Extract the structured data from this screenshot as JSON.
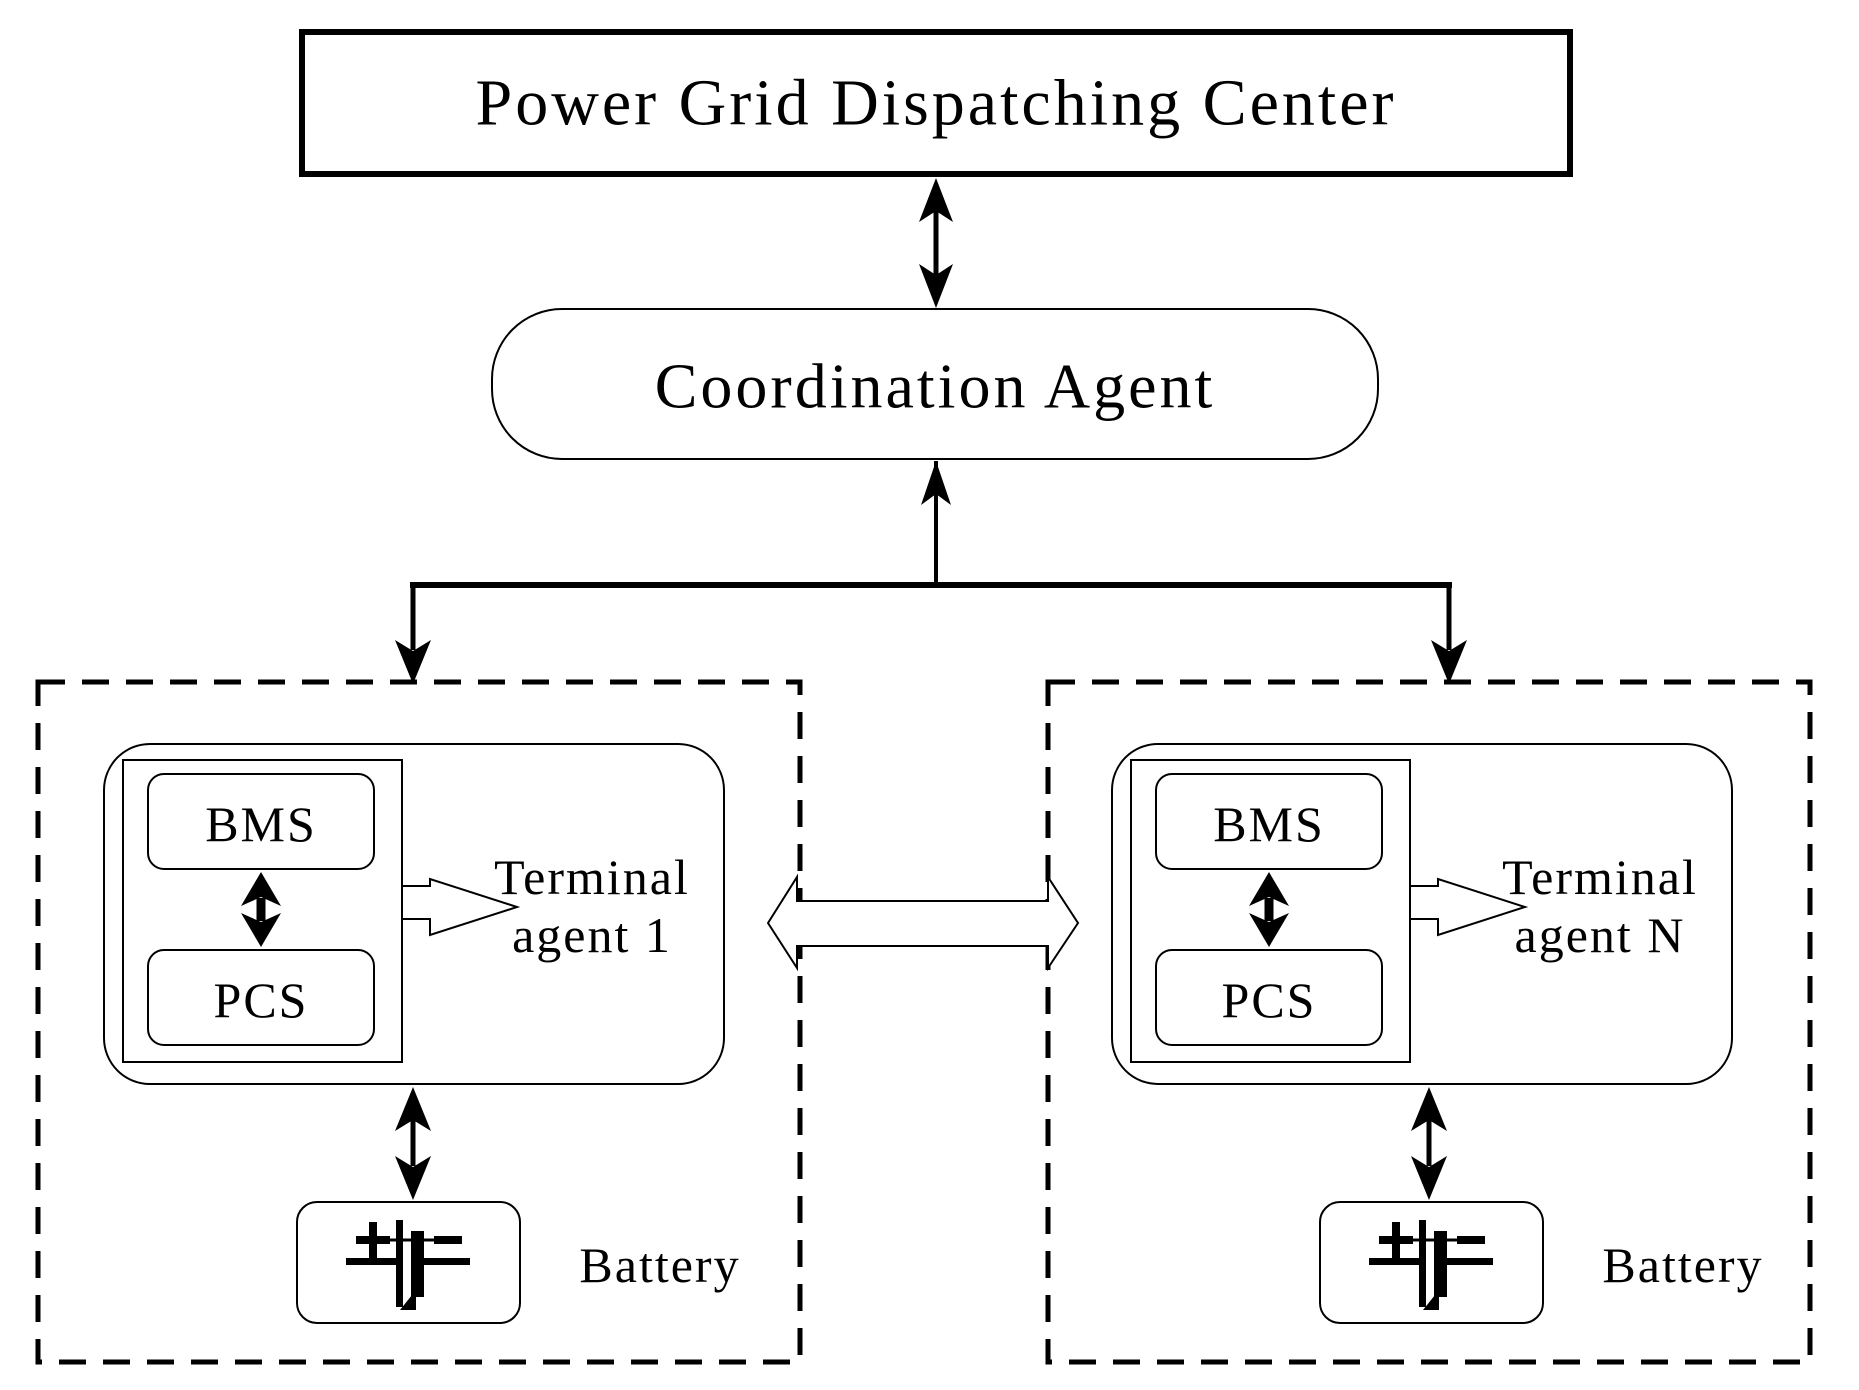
{
  "figure": {
    "title": "Power Grid Dispatching Center",
    "coordination_agent": "Coordination Agent",
    "colors": {
      "ink": "#000000",
      "paper": "#ffffff"
    },
    "terminals": [
      {
        "bms": "BMS",
        "pcs": "PCS",
        "label_line1": "Terminal",
        "label_line2": "agent 1",
        "battery_label": "Battery"
      },
      {
        "bms": "BMS",
        "pcs": "PCS",
        "label_line1": "Terminal",
        "label_line2": "agent N",
        "battery_label": "Battery"
      }
    ]
  }
}
